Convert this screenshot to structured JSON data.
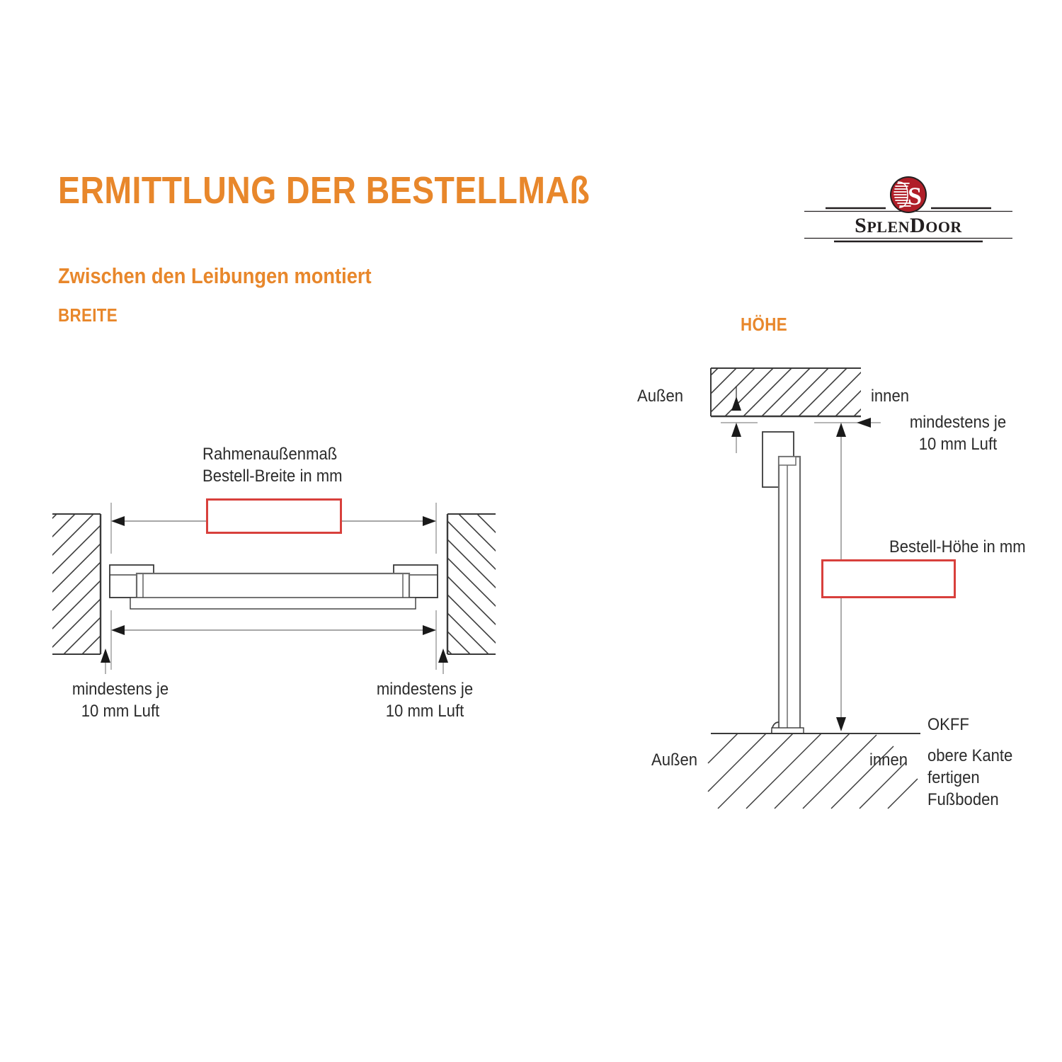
{
  "page": {
    "title": "ERMITTLUNG DER BESTELLMAß",
    "subtitle": "Zwischen den Leibungen montiert",
    "accent_color": "#e8872b",
    "red_color": "#d8403c",
    "line_color": "#3a3a3a",
    "background": "#ffffff"
  },
  "logo": {
    "wordmark": "SplenDoor",
    "monogram": "S",
    "badge_color": "#b01e28",
    "text_color": "#231f20"
  },
  "width_section": {
    "heading": "BREITE",
    "frame_label_line1": "Rahmenaußenmaß",
    "frame_label_line2": "Bestell-Breite in mm",
    "input_value": "",
    "gap_label_left": "mindestens je\n10 mm Luft",
    "gap_label_right": "mindestens je\n10 mm Luft"
  },
  "height_section": {
    "heading": "HÖHE",
    "outside_top": "Außen",
    "inside_top": "innen",
    "gap_label": "mindestens je\n10 mm Luft",
    "order_height_label": "Bestell-Höhe in mm",
    "input_value": "",
    "okff": "OKFF",
    "okff_description": "obere Kante\nfertigen\nFußboden",
    "outside_bottom": "Außen",
    "inside_bottom": "innen"
  }
}
